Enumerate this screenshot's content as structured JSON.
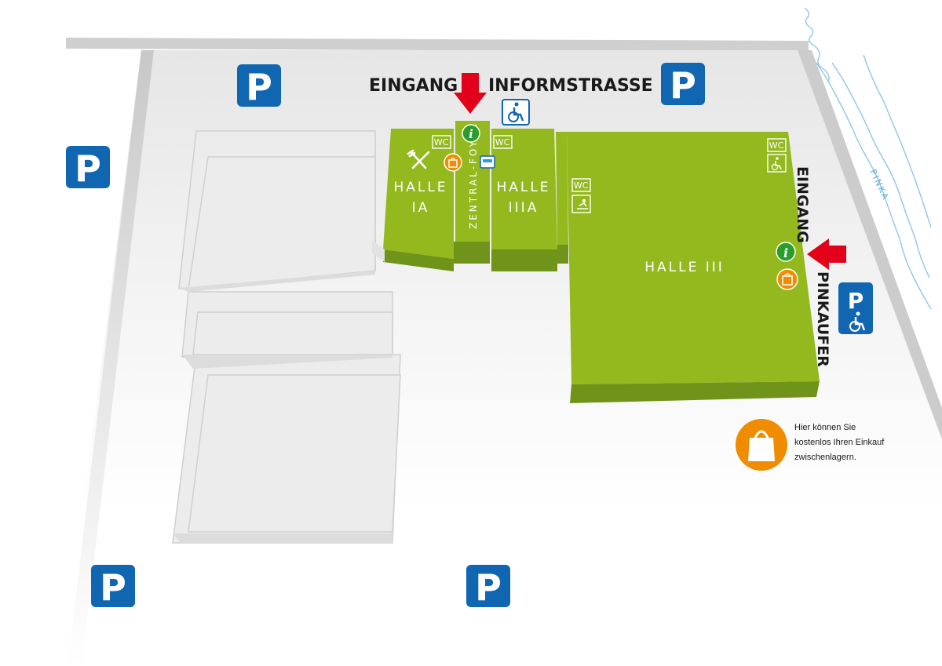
{
  "labels": {
    "entrance_top_word": "EINGANG",
    "entrance_top_street": "INFORMSTRASSE",
    "entrance_right_word": "EINGANG",
    "entrance_right_street": "PINKAUFER",
    "river": "PINKA"
  },
  "halls": {
    "halle_1a_line1": "HALLE",
    "halle_1a_line2": "IA",
    "foyer": "ZENTRAL-FOYER",
    "halle_3a_line1": "HALLE",
    "halle_3a_line2": "IIIA",
    "halle_3": "HALLE III"
  },
  "icons": {
    "parking": "P",
    "wc": "WC",
    "info": "i"
  },
  "legend": {
    "line1": "Hier können Sie",
    "line2": "kostenlos Ihren Einkauf",
    "line3": "zwischenlagern."
  },
  "colors": {
    "hall_green": "#94b91f",
    "hall_green_dark": "#6f9419",
    "parking_blue": "#1166b1",
    "arrow_red": "#e2001a",
    "storage_orange": "#f08c00",
    "info_green": "#2a9d2a"
  }
}
